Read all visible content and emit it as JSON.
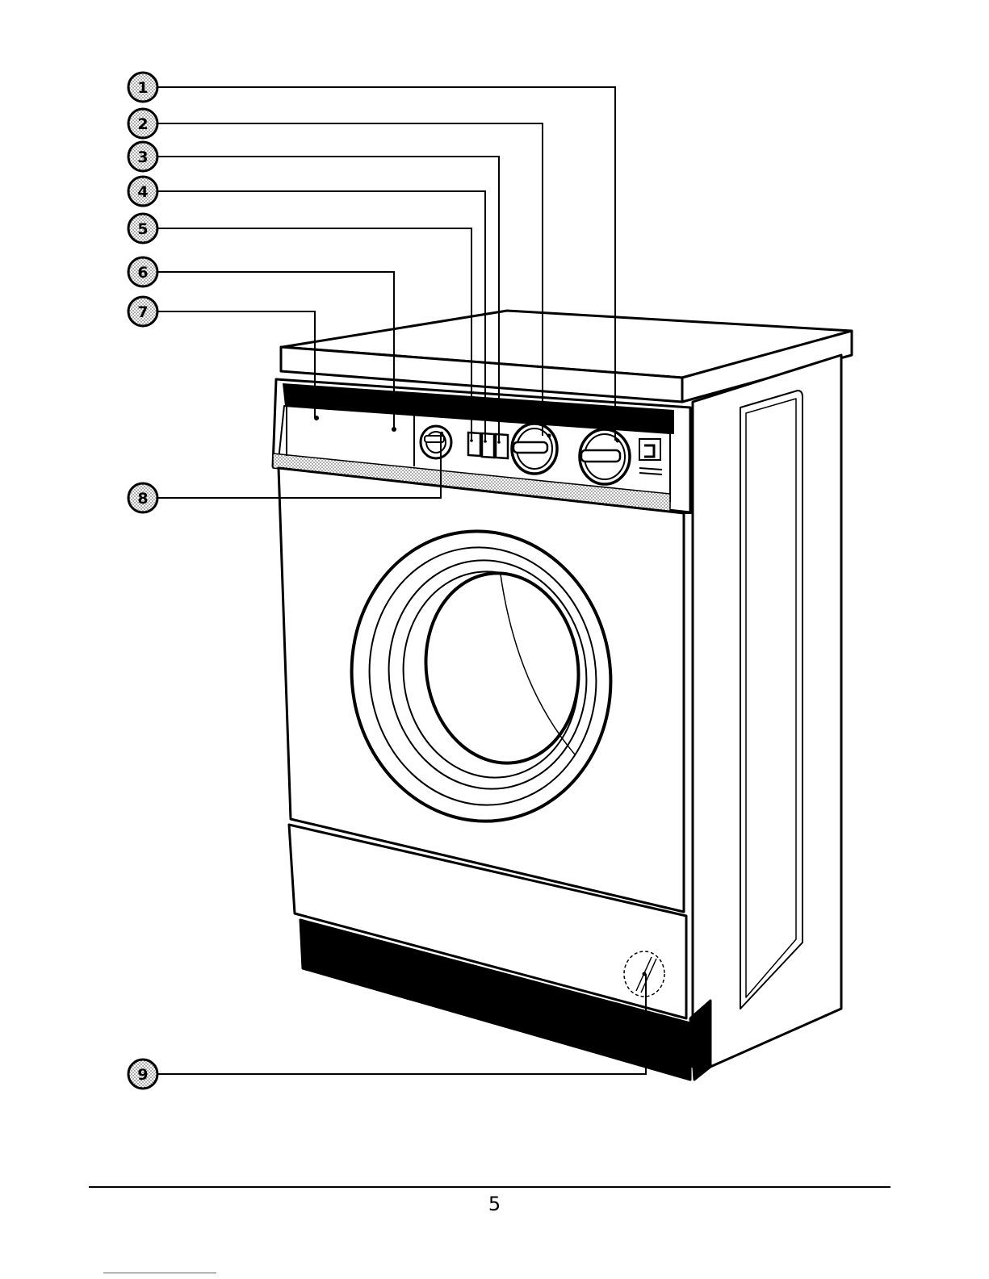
{
  "callouts": [
    {
      "label": "1",
      "target": "programme-selector-knob"
    },
    {
      "label": "2",
      "target": "temperature-selector-knob"
    },
    {
      "label": "3",
      "target": "push-button-3"
    },
    {
      "label": "4",
      "target": "push-button-2"
    },
    {
      "label": "5",
      "target": "push-button-1"
    },
    {
      "label": "6",
      "target": "detergent-dispenser-right"
    },
    {
      "label": "7",
      "target": "detergent-dispenser-left"
    },
    {
      "label": "8",
      "target": "on-off-switch"
    },
    {
      "label": "9",
      "target": "filter-access"
    }
  ],
  "page_number": "5",
  "colors": {
    "ink": "#000000",
    "paper": "#ffffff",
    "stipple": "#bdbdbd",
    "link_line": "#4a5cc8"
  }
}
